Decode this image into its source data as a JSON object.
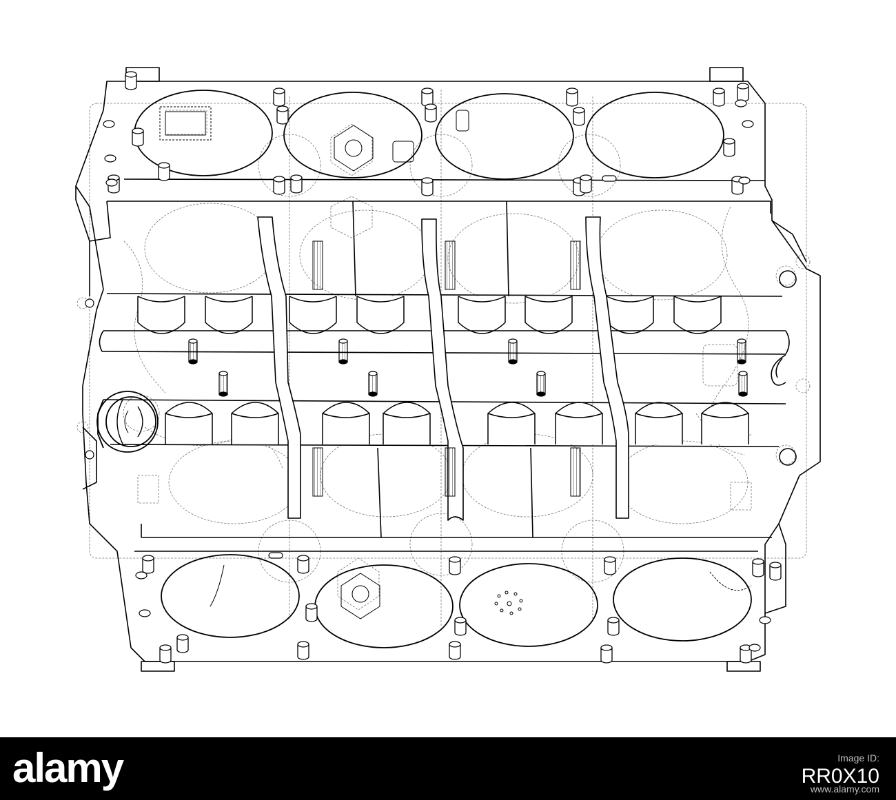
{
  "footer": {
    "brand": "alamy",
    "image_id_label": "Image ID:",
    "image_id": "RR0X10",
    "website": "www.alamy.com"
  },
  "drawing": {
    "subject": "engine-block-wireframe",
    "line_color": "#000000",
    "background_color": "#ffffff"
  }
}
